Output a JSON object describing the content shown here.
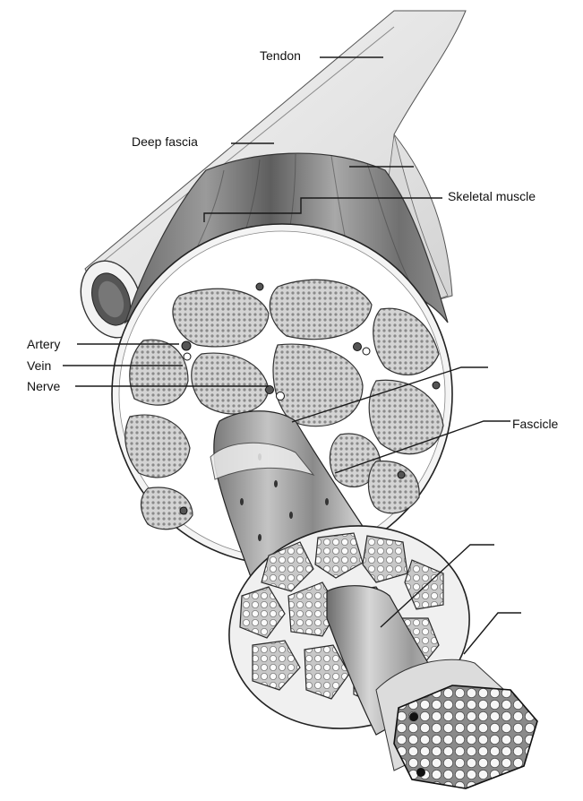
{
  "labels": {
    "tendon": "Tendon",
    "deep_fascia": "Deep fascia",
    "skeletal_muscle": "Skeletal muscle",
    "artery": "Artery",
    "vein": "Vein",
    "nerve": "Nerve",
    "fascicle": "Fascicle"
  },
  "colors": {
    "line": "#1a1a1a",
    "fascia": "#e9e9e9",
    "muscle_dark": "#5a5a5a",
    "muscle_light": "#bdbdbd",
    "fiber_fill": "#9c9c9c",
    "background": "#ffffff"
  }
}
